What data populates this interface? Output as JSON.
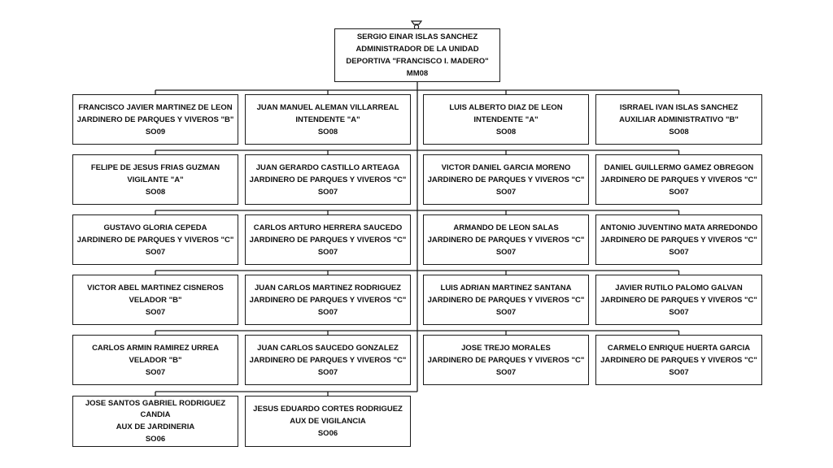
{
  "head": {
    "name": "SERGIO EINAR ISLAS SANCHEZ",
    "title_line1": "ADMINISTRADOR DE LA UNIDAD",
    "title_line2": "DEPORTIVA \"FRANCISCO I. MADERO\"",
    "code": "MM08",
    "icon": "connector-icon"
  },
  "rows": [
    {
      "nodes": [
        {
          "name": "FRANCISCO JAVIER MARTINEZ DE LEON",
          "title": "JARDINERO DE PARQUES Y VIVEROS \"B\"",
          "code": "SO09"
        },
        {
          "name": "JUAN MANUEL ALEMAN VILLARREAL",
          "title": "INTENDENTE \"A\"",
          "code": "SO08"
        },
        {
          "name": "LUIS ALBERTO DIAZ DE LEON",
          "title": "INTENDENTE \"A\"",
          "code": "SO08"
        },
        {
          "name": "ISRRAEL IVAN ISLAS SANCHEZ",
          "title": "AUXILIAR ADMINISTRATIVO \"B\"",
          "code": "SO08"
        }
      ]
    },
    {
      "nodes": [
        {
          "name": "FELIPE DE JESUS FRIAS GUZMAN",
          "title": "VIGILANTE \"A\"",
          "code": "SO08"
        },
        {
          "name": "JUAN GERARDO CASTILLO ARTEAGA",
          "title": "JARDINERO DE PARQUES Y VIVEROS \"C\"",
          "code": "SO07"
        },
        {
          "name": "VICTOR DANIEL GARCIA MORENO",
          "title": "JARDINERO DE PARQUES Y VIVEROS \"C\"",
          "code": "SO07"
        },
        {
          "name": "DANIEL GUILLERMO GAMEZ OBREGON",
          "title": "JARDINERO DE PARQUES Y VIVEROS \"C\"",
          "code": "SO07"
        }
      ]
    },
    {
      "nodes": [
        {
          "name": "GUSTAVO GLORIA CEPEDA",
          "title": "JARDINERO DE PARQUES Y VIVEROS \"C\"",
          "code": "SO07"
        },
        {
          "name": "CARLOS ARTURO HERRERA SAUCEDO",
          "title": "JARDINERO DE PARQUES Y VIVEROS \"C\"",
          "code": "SO07"
        },
        {
          "name": "ARMANDO DE LEON SALAS",
          "title": "JARDINERO DE PARQUES Y VIVEROS \"C\"",
          "code": "SO07"
        },
        {
          "name": "ANTONIO JUVENTINO MATA ARREDONDO",
          "title": "JARDINERO DE PARQUES Y VIVEROS \"C\"",
          "code": "SO07"
        }
      ]
    },
    {
      "nodes": [
        {
          "name": "VICTOR ABEL MARTINEZ CISNEROS",
          "title": "VELADOR \"B\"",
          "code": "SO07"
        },
        {
          "name": "JUAN CARLOS MARTINEZ RODRIGUEZ",
          "title": "JARDINERO DE PARQUES Y VIVEROS \"C\"",
          "code": "SO07"
        },
        {
          "name": "LUIS ADRIAN MARTINEZ SANTANA",
          "title": "JARDINERO DE PARQUES Y VIVEROS \"C\"",
          "code": "SO07"
        },
        {
          "name": "JAVIER RUTILO PALOMO GALVAN",
          "title": "JARDINERO DE PARQUES Y VIVEROS \"C\"",
          "code": "SO07"
        }
      ]
    },
    {
      "nodes": [
        {
          "name": "CARLOS ARMIN RAMIREZ URREA",
          "title": "VELADOR \"B\"",
          "code": "SO07"
        },
        {
          "name": "JUAN CARLOS SAUCEDO GONZALEZ",
          "title": "JARDINERO DE PARQUES Y VIVEROS \"C\"",
          "code": "SO07"
        },
        {
          "name": "JOSE TREJO MORALES",
          "title": "JARDINERO DE PARQUES Y VIVEROS \"C\"",
          "code": "SO07"
        },
        {
          "name": "CARMELO ENRIQUE HUERTA GARCIA",
          "title": "JARDINERO DE PARQUES Y VIVEROS \"C\"",
          "code": "SO07"
        }
      ]
    },
    {
      "nodes": [
        {
          "name": "JOSE SANTOS GABRIEL RODRIGUEZ CANDIA",
          "title": "AUX DE JARDINERIA",
          "code": "SO06"
        },
        {
          "name": "JESUS EDUARDO CORTES RODRIGUEZ",
          "title": "AUX DE VIGILANCIA",
          "code": "SO06"
        }
      ]
    }
  ]
}
